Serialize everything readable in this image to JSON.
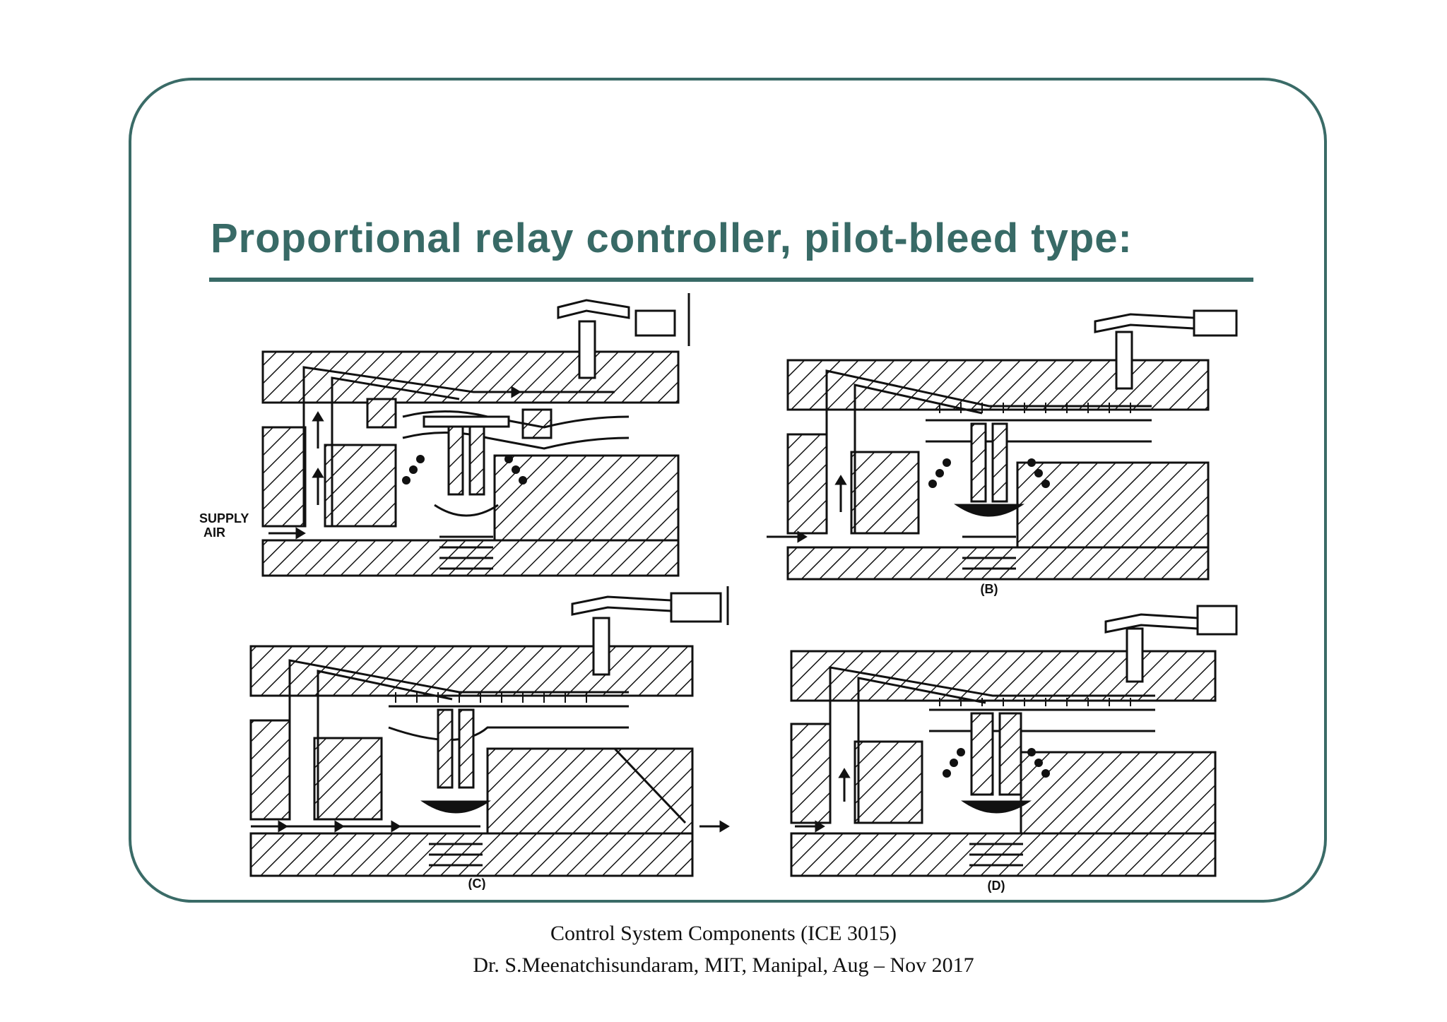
{
  "slide": {
    "title": "Proportional relay controller, pilot-bleed type:",
    "footer_line1": "Control System Components (ICE 3015)",
    "footer_line2": "Dr. S.Meenatchisundaram, MIT, Manipal, Aug – Nov 2017"
  },
  "diagrams": [
    {
      "id": "A",
      "label": "",
      "inlet_label_1": "SUPPLY",
      "inlet_label_2": "AIR"
    },
    {
      "id": "B",
      "label": "(B)"
    },
    {
      "id": "C",
      "label": "(C)"
    },
    {
      "id": "D",
      "label": "(D)"
    }
  ],
  "colors": {
    "accent": "#386a66",
    "frame": "#3a6b67",
    "ink": "#111111"
  }
}
